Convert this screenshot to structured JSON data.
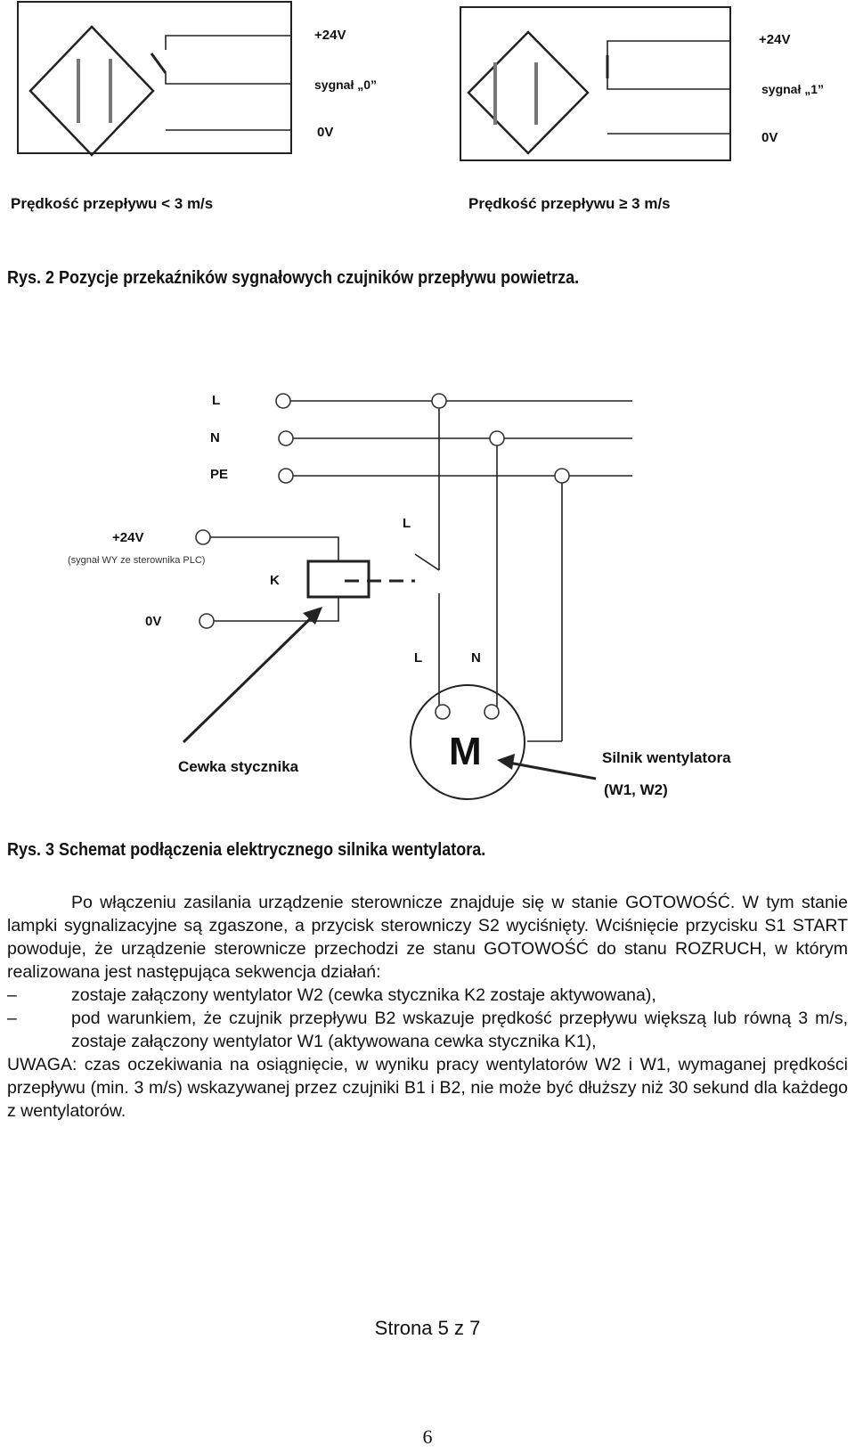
{
  "fig2": {
    "left": {
      "v24": "+24V",
      "signal": "sygnał „0”",
      "v0": "0V",
      "caption": "Prędkość przepływu < 3 m/s"
    },
    "right": {
      "v24": "+24V",
      "signal": "sygnał „1”",
      "v0": "0V",
      "caption": "Prędkość przepływu ≥ 3 m/s"
    },
    "title": "Rys. 2  Pozycje przekaźników sygnałowych czujników przepływu powietrza."
  },
  "fig3": {
    "line_L": "L",
    "line_N": "N",
    "line_PE": "PE",
    "v24": "+24V",
    "plc_note": "(sygnał WY ze sterownika PLC)",
    "v0": "0V",
    "coil_k": "K",
    "switch_l": "L",
    "motor_l": "L",
    "motor_n": "N",
    "motor": "M",
    "coil_label": "Cewka stycznika",
    "motor_label_1": "Silnik wentylatora",
    "motor_label_2": "(W1, W2)",
    "title": "Rys. 3  Schemat podłączenia elektrycznego silnika wentylatora."
  },
  "text": {
    "p1": "Po włączeniu zasilania urządzenie sterownicze znajduje się w stanie GOTOWOŚĆ. W tym stanie lampki sygnalizacyjne są zgaszone, a przycisk sterowniczy S2 wyciśnięty. Wciśnięcie przycisku S1 START powoduje, że urządzenie sterownicze przechodzi ze stanu GOTOWOŚĆ do stanu ROZRUCH, w którym realizowana jest następująca sekwencja działań:",
    "dash": "–",
    "li1": "zostaje załączony wentylator W2 (cewka stycznika K2 zostaje aktywowana),",
    "li2": "pod warunkiem, że czujnik przepływu B2 wskazuje prędkość przepływu większą lub równą 3 m/s, zostaje załączony wentylator W1 (aktywowana cewka stycznika K1),",
    "note": "UWAGA: czas oczekiwania na osiągnięcie, w wyniku pracy wentylatorów W2 i W1, wymaganej prędkości przepływu (min. 3 m/s) wskazywanej przez czujniki B1 i B2, nie może być dłuższy niż 30 sekund dla każdego z wentylatorów."
  },
  "footer": {
    "page": "Strona 5 z 7",
    "number": "6"
  }
}
